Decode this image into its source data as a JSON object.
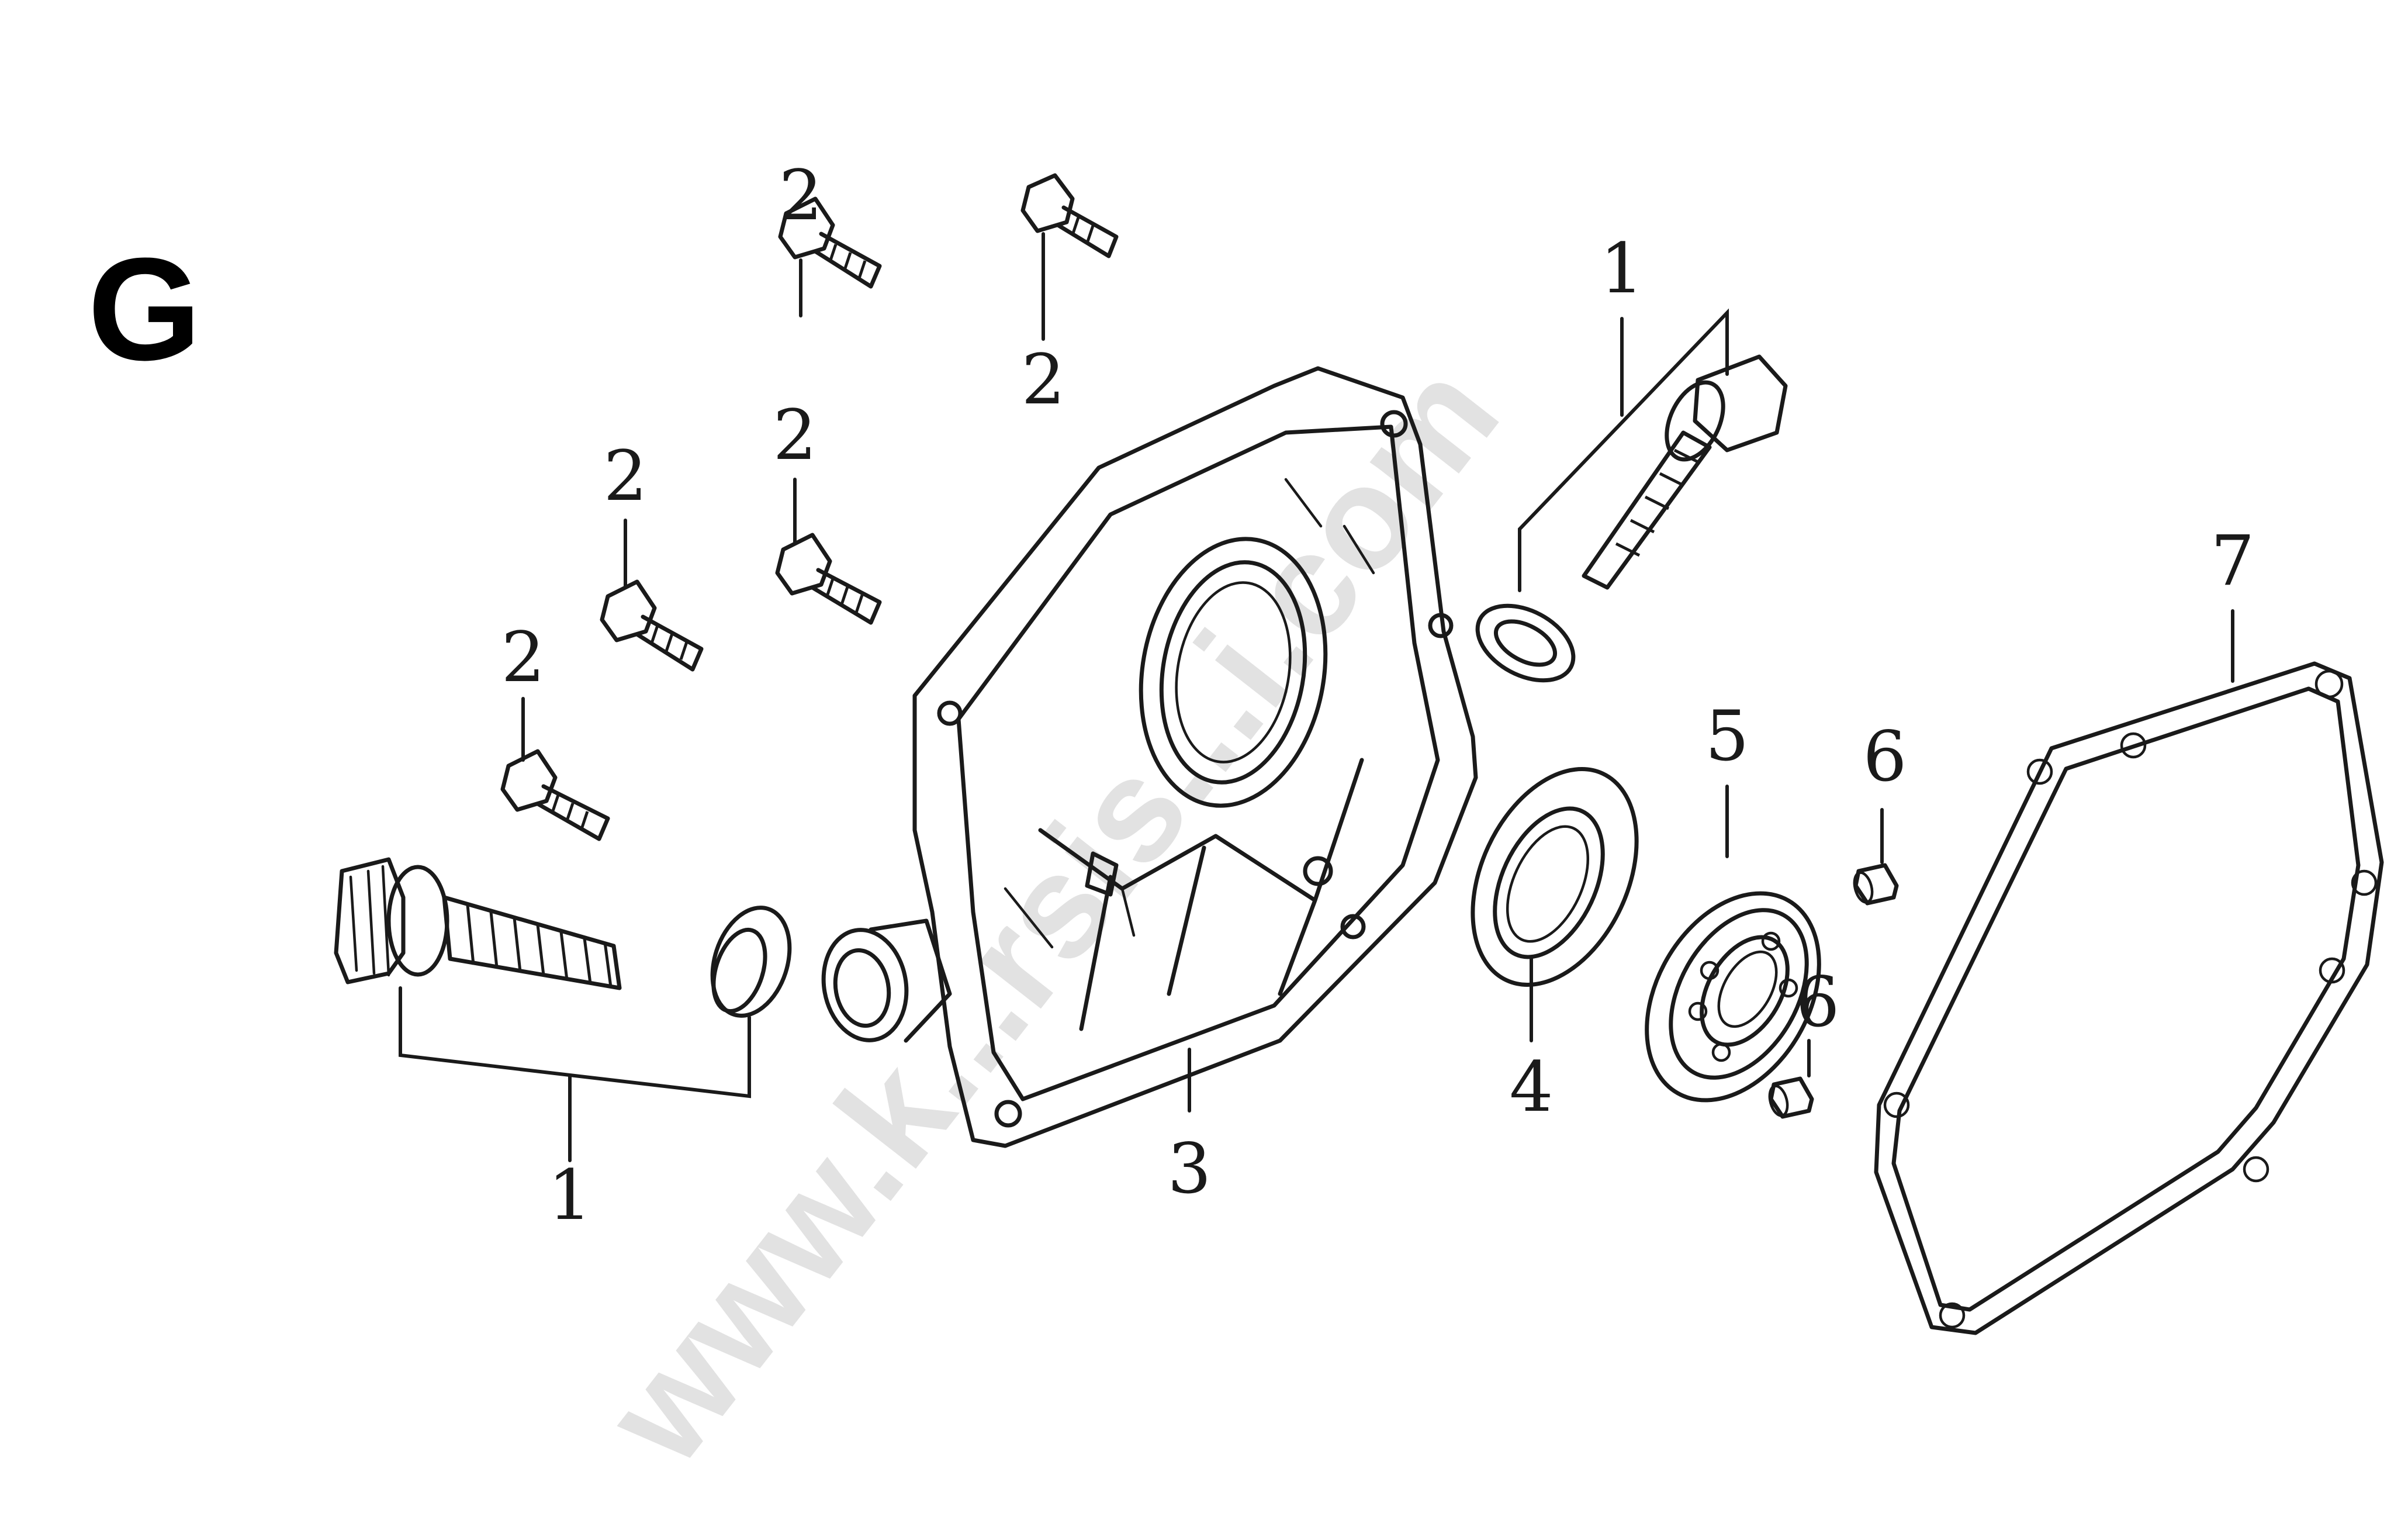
{
  "section_letter": "G",
  "watermark": "www.k...rsis...i.com",
  "callouts": [
    {
      "id": "oil-plug-left",
      "label": "1"
    },
    {
      "id": "oil-plug-right",
      "label": "1"
    },
    {
      "id": "bolt-1",
      "label": "2"
    },
    {
      "id": "bolt-2",
      "label": "2"
    },
    {
      "id": "bolt-3",
      "label": "2"
    },
    {
      "id": "bolt-4",
      "label": "2"
    },
    {
      "id": "bolt-5",
      "label": "2"
    },
    {
      "id": "crankcase-cover",
      "label": "3"
    },
    {
      "id": "oil-seal",
      "label": "4"
    },
    {
      "id": "bearing",
      "label": "5"
    },
    {
      "id": "dowel-pin-upper",
      "label": "6"
    },
    {
      "id": "dowel-pin-lower",
      "label": "6"
    },
    {
      "id": "gasket",
      "label": "7"
    }
  ]
}
